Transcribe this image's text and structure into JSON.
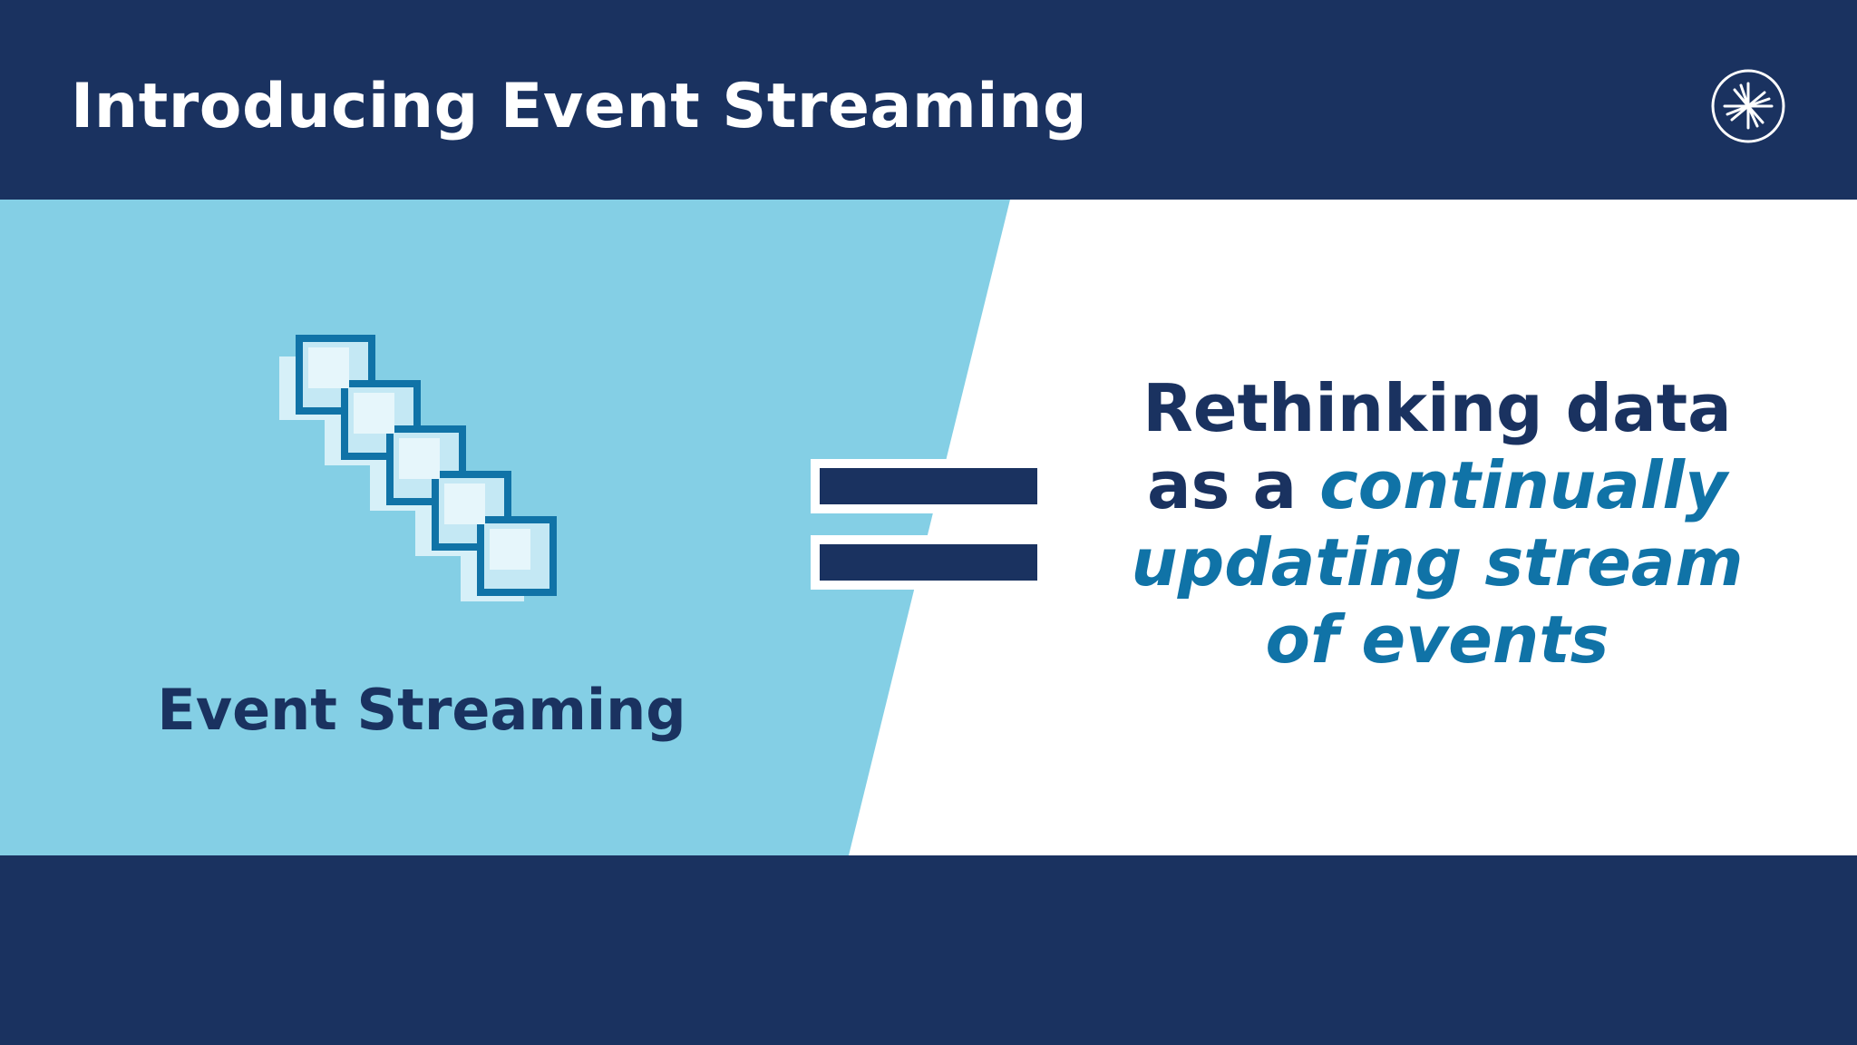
{
  "header": {
    "title": "Introducing Event Streaming",
    "logo_icon": "starburst-logo-icon"
  },
  "left_panel": {
    "icon": "stacked-squares-stream-icon",
    "label": "Event Streaming"
  },
  "equals_icon": "equals-sign-icon",
  "headline": {
    "line1": "Rethinking data",
    "line2_plain": "as a ",
    "line2_accent": "continually",
    "line3_accent": "updating stream",
    "line4_accent": "of events"
  },
  "colors": {
    "navy": "#1a3260",
    "light_blue": "#84cfe5",
    "accent_blue": "#1073a7",
    "pale_blue": "#d6f0f8",
    "white": "#ffffff"
  }
}
